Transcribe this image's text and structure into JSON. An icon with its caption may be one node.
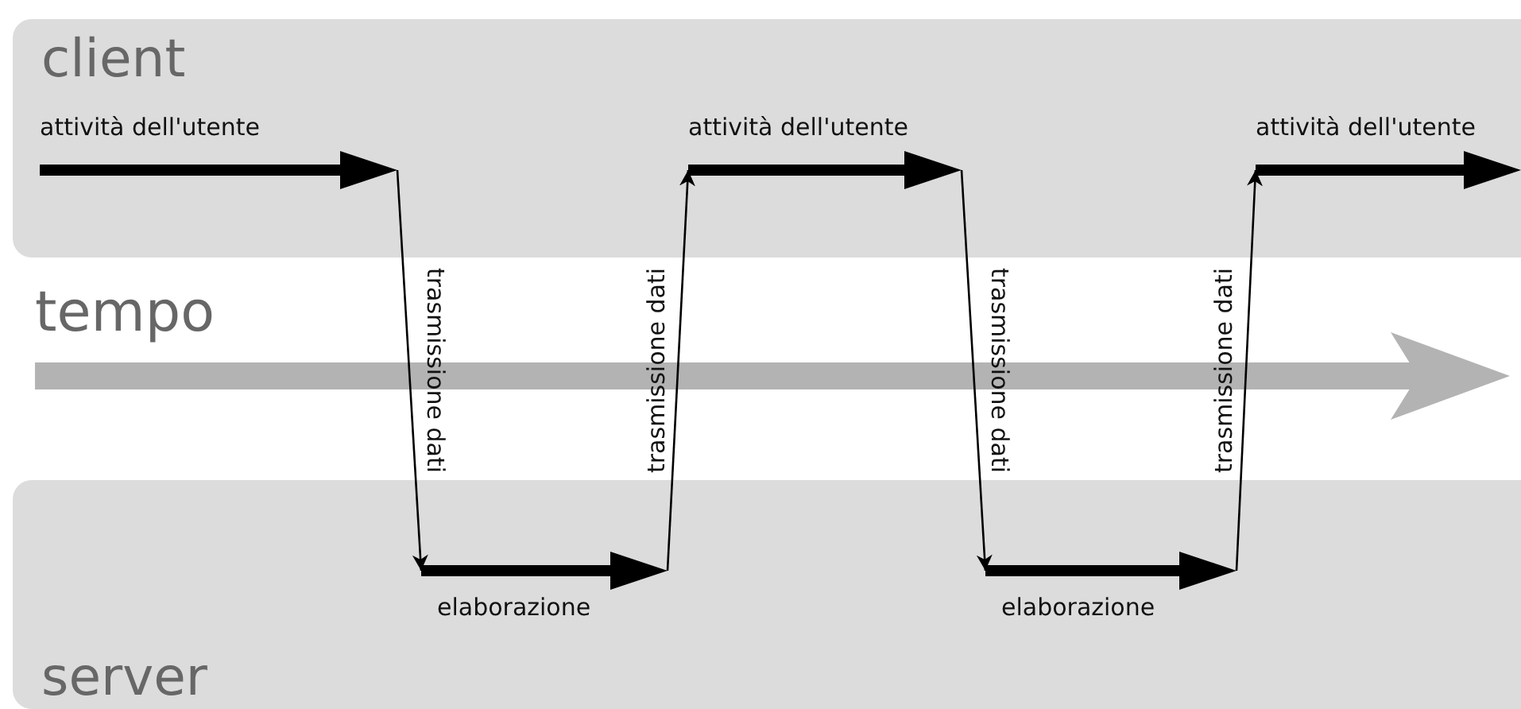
{
  "diagram": {
    "nodes": [
      {
        "text": [
          "client"
        ]
      },
      {
        "text": [
          "server"
        ]
      },
      {
        "text": [
          "attività dell'utente"
        ],
        "in": 0
      },
      {
        "text": [
          "attività dell'utente"
        ],
        "in": 0
      },
      {
        "text": [
          "attività dell'utente"
        ],
        "in": 0
      },
      {
        "text": [
          "elaborazione"
        ],
        "in": 1
      },
      {
        "text": [
          "elaborazione"
        ],
        "in": 1
      }
    ],
    "edges": [
      {
        "from": 2,
        "to": 5,
        "arrow": "to",
        "label": "trasmissione dati"
      },
      {
        "from": 5,
        "to": 3,
        "arrow": "to",
        "label": "trasmissione dati"
      },
      {
        "from": 3,
        "to": 6,
        "arrow": "to",
        "label": "trasmissione dati"
      },
      {
        "from": 6,
        "to": 4,
        "arrow": "to",
        "label": "trasmissione dati"
      }
    ],
    "labels": [
      "tempo"
    ]
  }
}
